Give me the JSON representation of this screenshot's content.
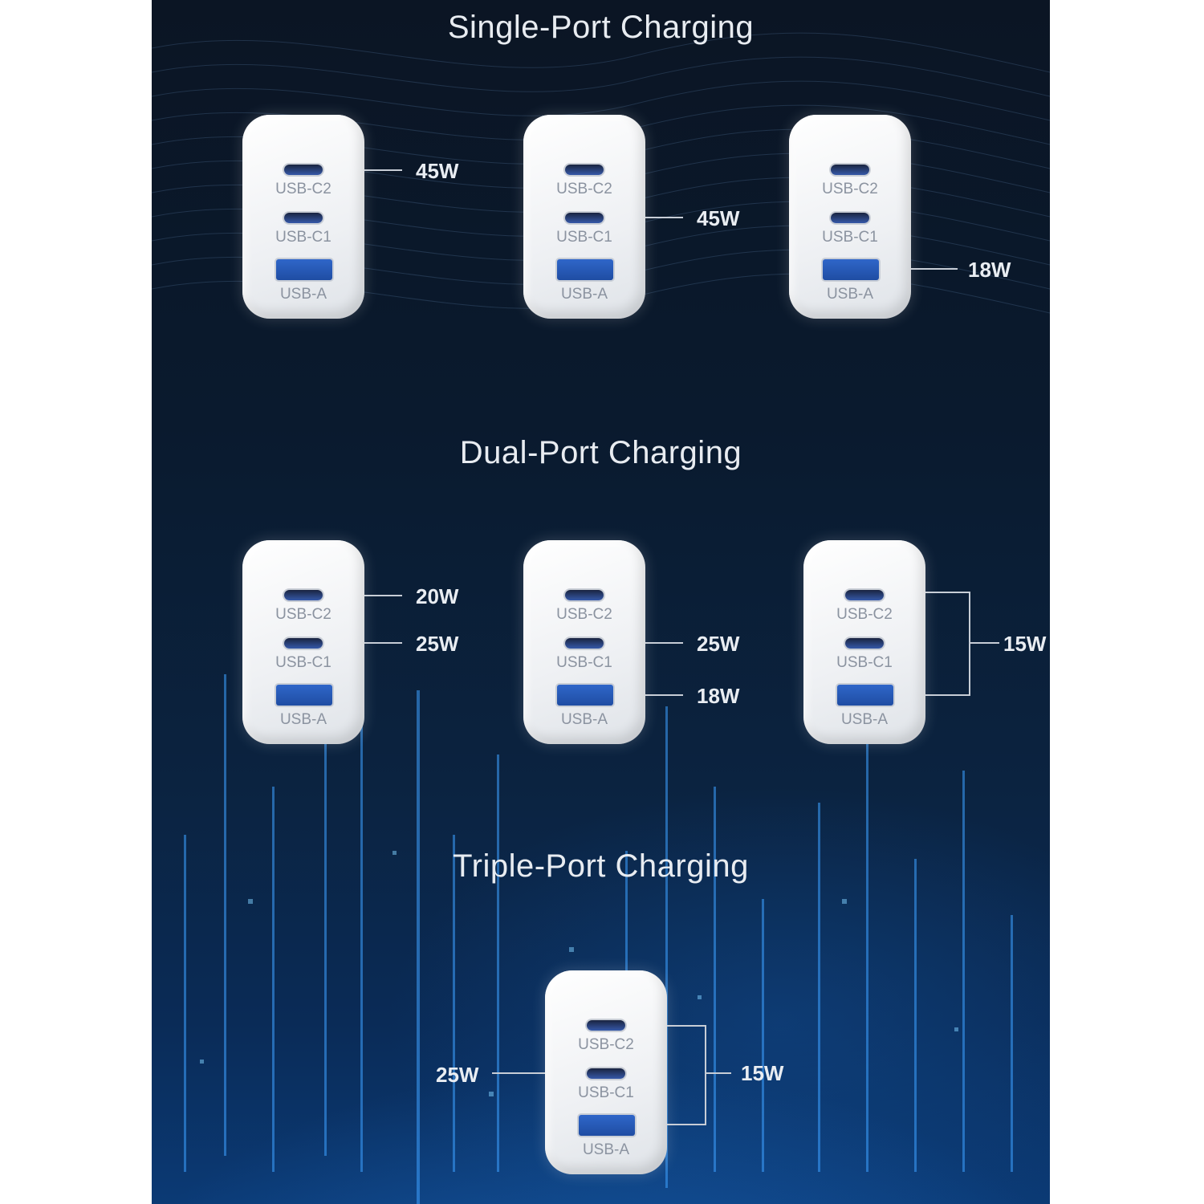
{
  "sections": {
    "single": "Single-Port Charging",
    "dual": "Dual-Port Charging",
    "triple": "Triple-Port Charging"
  },
  "port_labels": {
    "c2": "USB-C2",
    "c1": "USB-C1",
    "a": "USB-A"
  },
  "single_port": [
    {
      "active": "USB-C2",
      "watt": "45W"
    },
    {
      "active": "USB-C1",
      "watt": "45W"
    },
    {
      "active": "USB-A",
      "watt": "18W"
    }
  ],
  "dual_port": [
    {
      "active": [
        "USB-C2",
        "USB-C1"
      ],
      "watts": [
        "20W",
        "25W"
      ]
    },
    {
      "active": [
        "USB-C1",
        "USB-A"
      ],
      "watts": [
        "25W",
        "18W"
      ]
    },
    {
      "active": [
        "USB-C2",
        "USB-A"
      ],
      "watts": [
        "15W"
      ]
    }
  ],
  "triple_port": {
    "left_watt": "25W",
    "right_watt": "15W"
  },
  "colors": {
    "background": "#0a1a2e",
    "charger": "#eef0f3",
    "port_blue": "#2f66c9",
    "text": "#e9edf2"
  }
}
